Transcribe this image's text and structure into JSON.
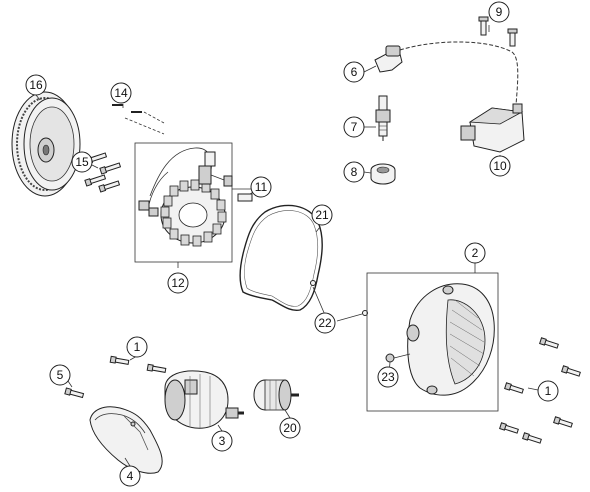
{
  "callouts": [
    {
      "id": "c1a",
      "label": "1"
    },
    {
      "id": "c1b",
      "label": "1"
    },
    {
      "id": "c2",
      "label": "2"
    },
    {
      "id": "c3",
      "label": "3"
    },
    {
      "id": "c4",
      "label": "4"
    },
    {
      "id": "c5",
      "label": "5"
    },
    {
      "id": "c6",
      "label": "6"
    },
    {
      "id": "c7",
      "label": "7"
    },
    {
      "id": "c8",
      "label": "8"
    },
    {
      "id": "c9",
      "label": "9"
    },
    {
      "id": "c10",
      "label": "10"
    },
    {
      "id": "c11",
      "label": "11"
    },
    {
      "id": "c12",
      "label": "12"
    },
    {
      "id": "c14",
      "label": "14"
    },
    {
      "id": "c15",
      "label": "15"
    },
    {
      "id": "c16",
      "label": "16"
    },
    {
      "id": "c20",
      "label": "20"
    },
    {
      "id": "c21",
      "label": "21"
    },
    {
      "id": "c22",
      "label": "22"
    },
    {
      "id": "c23",
      "label": "23"
    }
  ]
}
